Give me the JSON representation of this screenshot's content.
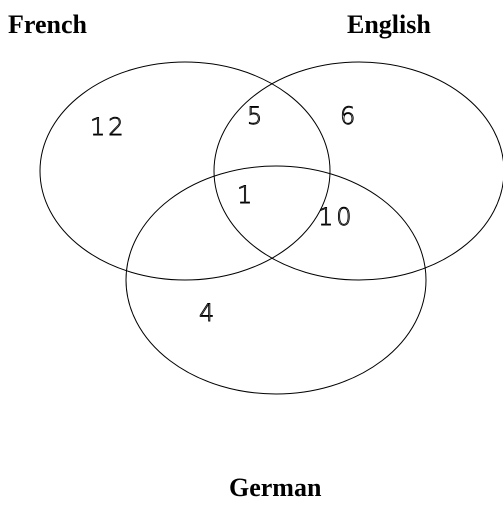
{
  "sets": [
    {
      "key": "french",
      "label": "French"
    },
    {
      "key": "english",
      "label": "English"
    },
    {
      "key": "german",
      "label": "German"
    }
  ],
  "regions": [
    {
      "key": "french_only",
      "members": [
        "French"
      ],
      "value": "12"
    },
    {
      "key": "french_english",
      "members": [
        "French",
        "English"
      ],
      "value": "5"
    },
    {
      "key": "english_only",
      "members": [
        "English"
      ],
      "value": "6"
    },
    {
      "key": "all_three",
      "members": [
        "French",
        "English",
        "German"
      ],
      "value": "1"
    },
    {
      "key": "english_german",
      "members": [
        "English",
        "German"
      ],
      "value": "10"
    },
    {
      "key": "german_only",
      "members": [
        "German"
      ],
      "value": "4"
    }
  ],
  "colors": {
    "stroke": "#000000",
    "background": "#ffffff"
  }
}
